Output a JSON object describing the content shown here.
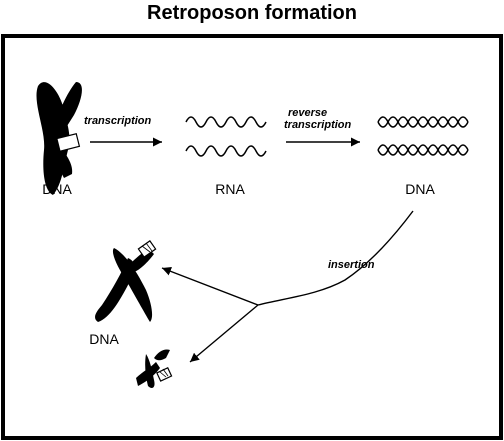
{
  "title": "Retroposon formation",
  "stages": {
    "dna_top": "DNA",
    "rna": "RNA",
    "dna_copy": "DNA",
    "dna_bottom": "DNA"
  },
  "steps": {
    "transcription": "transcription",
    "reverse_line1": "reverse",
    "reverse_line2": "transcription",
    "insertion": "insertion"
  }
}
